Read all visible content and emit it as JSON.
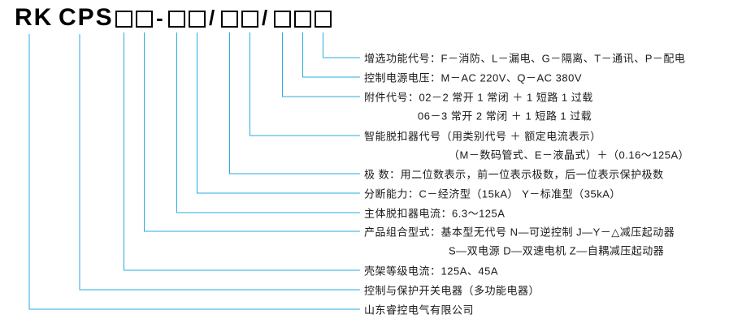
{
  "colors": {
    "connector_line": "#29ABE2",
    "text": "#1a1a1a",
    "code_outline": "#000000"
  },
  "model": {
    "prefix_rk": "RK",
    "prefix_cps": "CPS",
    "separators": [
      "-",
      "/",
      "/"
    ]
  },
  "annotations": [
    {
      "text": "增选功能代号：F－消防、L－漏电、G－隔离、T－通讯、P－配电"
    },
    {
      "text": "控制电源电压：M－AC 220V、Q－AC 380V"
    },
    {
      "text": "附件代号：02－2 常开 1 常闭 ＋ 1 短路 1 过载",
      "text2": "06－3 常开 2 常闭 ＋ 1 短路 1 过载"
    },
    {
      "text": "智能脱扣器代号（用类别代号 ＋ 额定电流表示）",
      "text2": "（M－数码管式、E－液晶式）＋（0.16～125A）"
    },
    {
      "text": "极 数：用二位数表示，前一位表示极数，后一位表示保护极数"
    },
    {
      "text": "分断能力：C－经济型（15kA） Y－标准型（35kA）"
    },
    {
      "text": "主体脱扣器电流：6.3～125A"
    },
    {
      "text": "产品组合型式：基本型无代号 N—可逆控制 J—Y－△减压起动器",
      "text2": "S—双电源 D—双速电机 Z—自耦减压起动器"
    },
    {
      "text": "壳架等级电流：125A、45A"
    },
    {
      "text": "控制与保护开关电器（多功能电器）"
    },
    {
      "text": "山东睿控电气有限公司"
    }
  ]
}
